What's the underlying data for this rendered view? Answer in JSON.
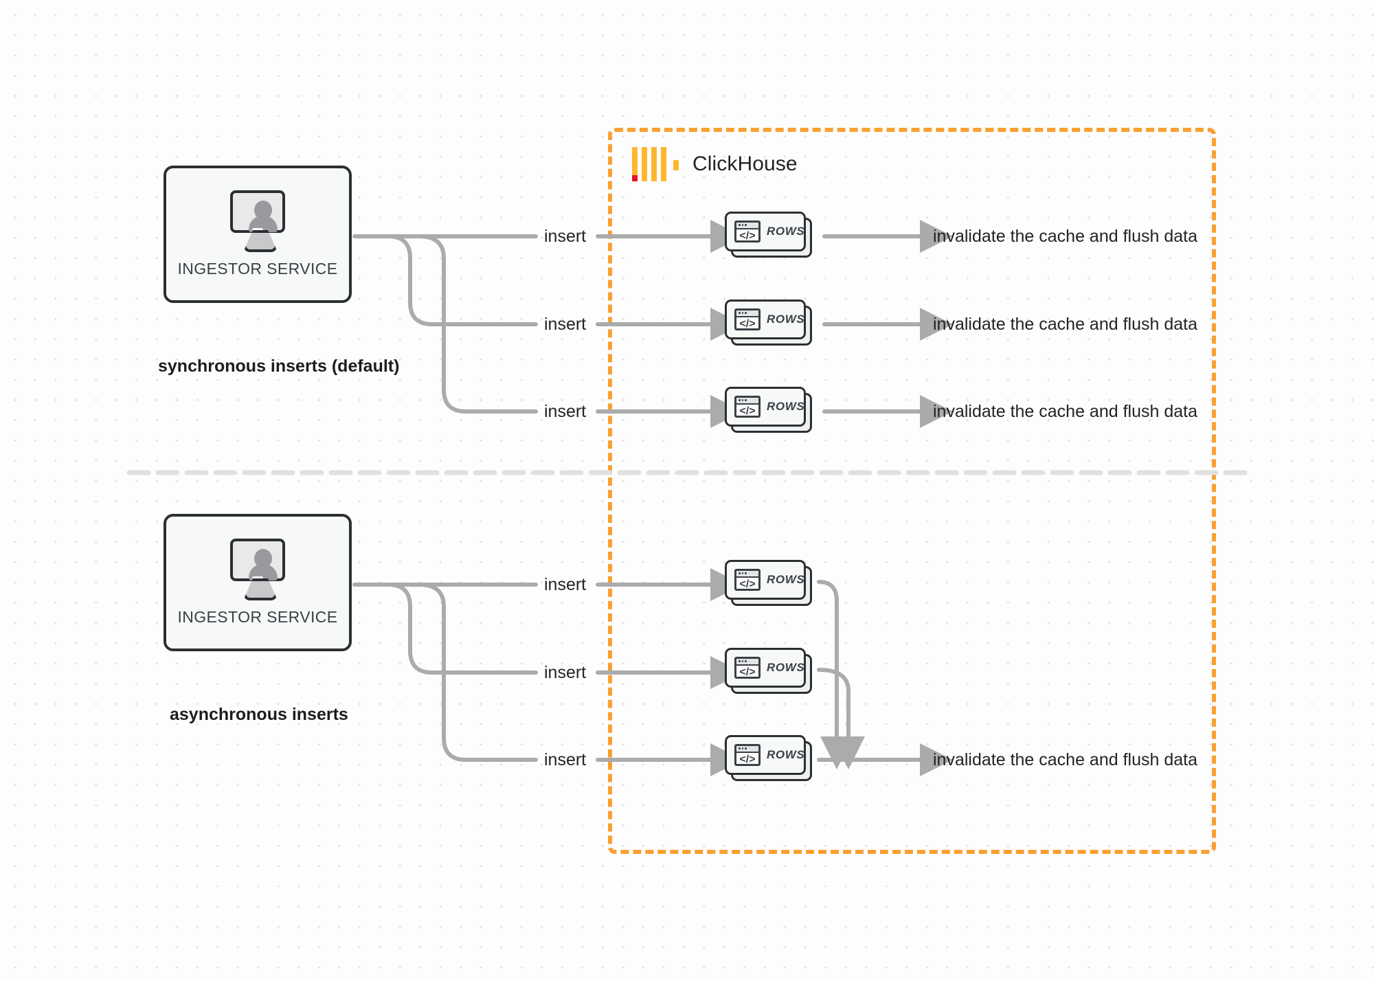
{
  "diagram": {
    "title": "ClickHouse synchronous vs asynchronous inserts",
    "background": "#fdfdfd",
    "accent_color": "#f9a033",
    "wire_color": "#a9abad",
    "region": {
      "label": "ClickHouse",
      "logo_name": "clickhouse-logo",
      "border_color": "#f9a033"
    }
  },
  "sections": [
    {
      "id": "sync",
      "caption": "synchronous inserts (default)",
      "source": {
        "label": "INGESTOR SERVICE",
        "icon": "monitor-user-icon"
      },
      "flows": [
        {
          "edge_label": "insert",
          "node_label": "ROWS",
          "sink_label": "invalidate the cache and flush data"
        },
        {
          "edge_label": "insert",
          "node_label": "ROWS",
          "sink_label": "invalidate the cache and flush data"
        },
        {
          "edge_label": "insert",
          "node_label": "ROWS",
          "sink_label": "invalidate the cache and flush data"
        }
      ]
    },
    {
      "id": "async",
      "caption": "asynchronous inserts",
      "source": {
        "label": "INGESTOR SERVICE",
        "icon": "monitor-user-icon"
      },
      "flows": [
        {
          "edge_label": "insert",
          "node_label": "ROWS"
        },
        {
          "edge_label": "insert",
          "node_label": "ROWS"
        },
        {
          "edge_label": "insert",
          "node_label": "ROWS"
        }
      ],
      "merged_sink_label": "invalidate the cache and flush data"
    }
  ]
}
